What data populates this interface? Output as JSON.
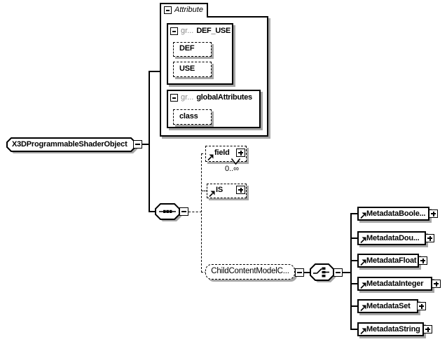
{
  "root": {
    "label": "X3DProgrammableShaderObject"
  },
  "attribute_panel": {
    "title": "Attribute",
    "groups": [
      {
        "prefix": "gr...",
        "name": "DEF_USE",
        "items": [
          {
            "label": "DEF"
          },
          {
            "label": "USE"
          }
        ]
      },
      {
        "prefix": "gr...",
        "name": "globalAttributes",
        "items": [
          {
            "label": "class"
          }
        ]
      }
    ]
  },
  "sequence_children": [
    {
      "label": "field",
      "occurrence": "0..∞"
    },
    {
      "label": "IS"
    },
    {
      "label": "ChildContentModelC..."
    }
  ],
  "choice_options": [
    {
      "label": "MetadataBoole..."
    },
    {
      "label": "MetadataDou..."
    },
    {
      "label": "MetadataFloat"
    },
    {
      "label": "MetadataInteger"
    },
    {
      "label": "MetadataSet"
    },
    {
      "label": "MetadataString"
    }
  ],
  "icons": {
    "sequence": "sequence-connector",
    "choice": "choice-connector",
    "collapse": "minus",
    "expand": "plus",
    "reference": "ne-arrow",
    "repeat": "down-chevron"
  },
  "colors": {
    "line": "#000000",
    "shadow": "#a6a6a6",
    "muted_text": "#8a8a8a",
    "background": "#ffffff"
  }
}
